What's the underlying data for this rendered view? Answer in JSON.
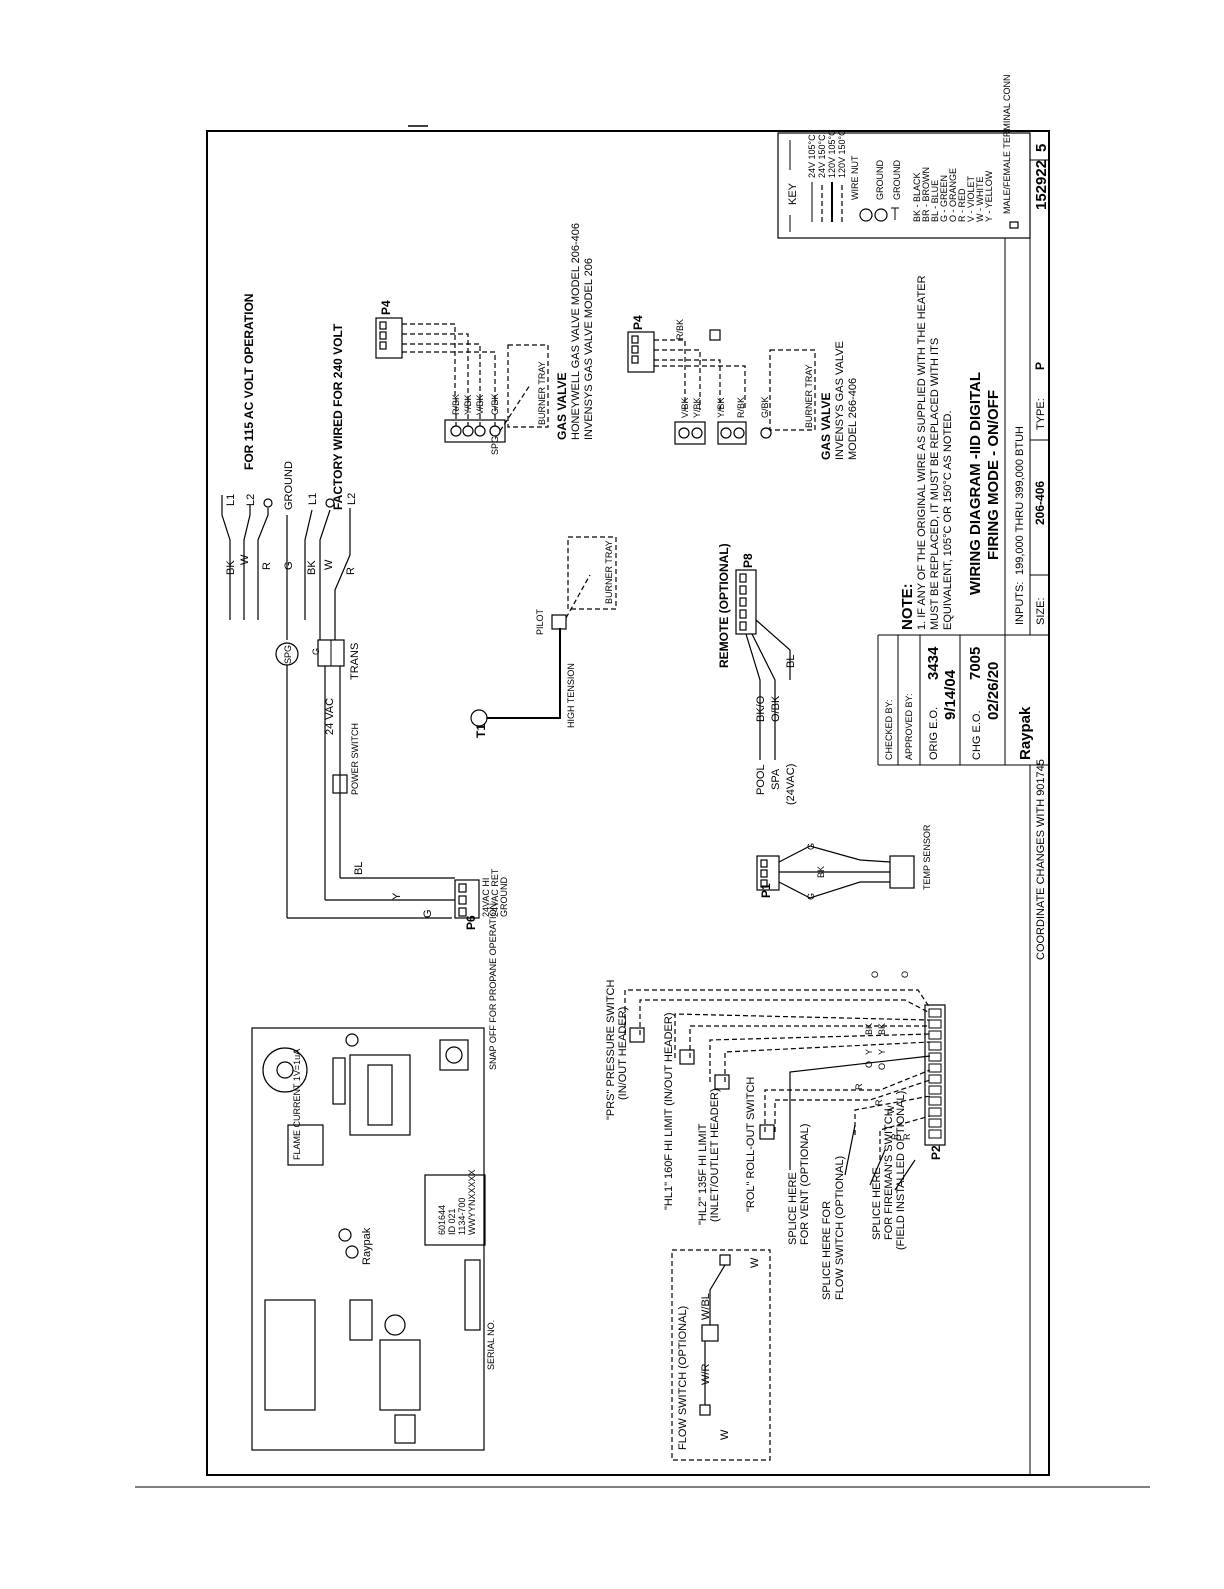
{
  "main_labels": {
    "ops_115": "FOR 115 AC VOLT OPERATION",
    "factory_240": "FACTORY WIRED FOR 240 VOLT",
    "l1_a": "L1",
    "l2_a": "L2",
    "ground": "GROUND",
    "l1_b": "L1",
    "l2_b": "L2",
    "bk_a": "BK",
    "w_a": "W",
    "r_a": "R",
    "g_a": "G",
    "bk_b": "BK",
    "w_b": "W",
    "r_b": "R",
    "spg": "SPG",
    "trans": "TRANS",
    "g_trans": "G",
    "vac24": "24 VAC",
    "power_switch": "POWER SWITCH",
    "bl": "BL",
    "y": "Y",
    "g_p6": "G",
    "p6": "P6",
    "p6_pins": [
      "24VAC HI",
      "24VAC RET",
      "GROUND"
    ],
    "t1": "T1",
    "high_tension": "HIGH TENSION",
    "pilot": "PILOT",
    "burner_tray": "BURNER TRAY",
    "p4": "P4",
    "gv1_wires": [
      "R/BK",
      "Y/BK",
      "V/BK",
      "G/BK"
    ],
    "gv1_spg": "SPG",
    "gv1_title": "GAS VALVE",
    "gv1_line1": "HONEYWELL GAS VALVE MODEL 206-406",
    "gv1_line2": "INVENSYS GAS VALVE MODEL 206",
    "gv2_wires": [
      "V/BK",
      "Y/BK",
      "Y/BK",
      "R/BK",
      "G/BK",
      "R/BK"
    ],
    "gv2_title": "GAS VALVE",
    "gv2_line1": "INVENSYS GAS VALVE",
    "gv2_line2": "MODEL 266-406",
    "remote": "REMOTE (OPTIONAL)",
    "p8": "P8",
    "pool": "POOL",
    "spa": "SPA",
    "vac24_paren": "(24VAC)",
    "bk_o": "BK/O",
    "o_bk": "O/BK",
    "bl_r": "BL",
    "p1": "P1",
    "temp_sensor": "TEMP SENSOR",
    "g_p1a": "G",
    "bk_p1": "BK",
    "g_p1b": "G",
    "coord": "COORDINATE CHANGES WITH 901745"
  },
  "flow_labels": {
    "prs": "\"PRS\" PRESSURE SWITCH",
    "prs_sub": "(IN/OUT HEADER)",
    "hl1": "\"HL1\" 160F HI LIMIT (IN/OUT HEADER)",
    "hl2": "\"HL2\" 135F HI LIMIT",
    "hl2_sub": "(INLET/OUTLET HEADER)",
    "rol": "\"ROL\" ROLL-OUT SWITCH",
    "splice_vent": "SPLICE HERE",
    "splice_vent_sub": "FOR VENT (OPTIONAL)",
    "splice_flow": "SPLICE HERE FOR",
    "splice_flow_sub": "FLOW SWITCH (OPTIONAL)",
    "splice_fire": "SPLICE HERE",
    "splice_fire_sub": "FOR FIREMAN'S SWITCH",
    "splice_fire_sub2": "(FIELD INSTALLED OPTIONAL)",
    "flow_switch": "FLOW SWITCH (OPTIONAL)",
    "w_r": "W/R",
    "w_bl": "W/BL",
    "w1": "W",
    "w2": "W",
    "p2": "P2",
    "p2_wires": [
      "O",
      "O",
      "BK",
      "BK",
      "Y",
      "Y",
      "O",
      "O",
      "R",
      "R",
      "W",
      "R",
      "R"
    ],
    "board_brand": "Raypak",
    "flame_current": "FLAME CURRENT 1V=1uA",
    "board_labels": [
      "601644",
      "ID 021",
      "1134-700",
      "WWYYNXXXXX"
    ],
    "snap_off": "SNAP OFF FOR PROPANE OPERATION",
    "serial": "SERIAL NO."
  },
  "key": {
    "title": "KEY",
    "lines": [
      "24V 105°C",
      "24V 150°C",
      "120V 105°C",
      "120V 150°C",
      "WIRE NUT",
      "GROUND",
      "GROUND"
    ],
    "colors": [
      "BK - BLACK",
      "BR - BROWN",
      "BL - BLUE",
      "G - GREEN",
      "O - ORANGE",
      "R - RED",
      "V - VIOLET",
      "W - WHITE",
      "Y - YELLOW",
      "MALE/FEMALE TERMINAL CONN"
    ],
    "drawing_no": "152922",
    "rev": "5"
  },
  "note": {
    "heading": "NOTE:",
    "line1": "1. IF ANY OF THE ORIGINAL WIRE AS SUPPLIED WITH THE HEATER",
    "line2": "MUST BE REPLACED, IT MUST BE REPLACED WITH ITS",
    "line3": "EQUIVALENT, 105°C OR 150°C AS NOTED."
  },
  "title_block": {
    "checked_by": "CHECKED BY:",
    "approved_by": "APPROVED BY:",
    "orig_eo": "ORIG E.O.",
    "orig_eo_no": "3434",
    "orig_date": "9/14/04",
    "chg_eo": "CHG E.O.",
    "chg_eo_no": "7005",
    "chg_date": "02/26/20",
    "title1": "WIRING DIAGRAM -IID DIGITAL",
    "title2": "FIRING MODE - ON/OFF",
    "inputs_label": "INPUTS:",
    "inputs": "199,000 THRU 399,000 BTUH",
    "size_label": "SIZE:",
    "size": "206-406",
    "type_label": "TYPE:",
    "type": "P",
    "logo": "Raypak"
  }
}
